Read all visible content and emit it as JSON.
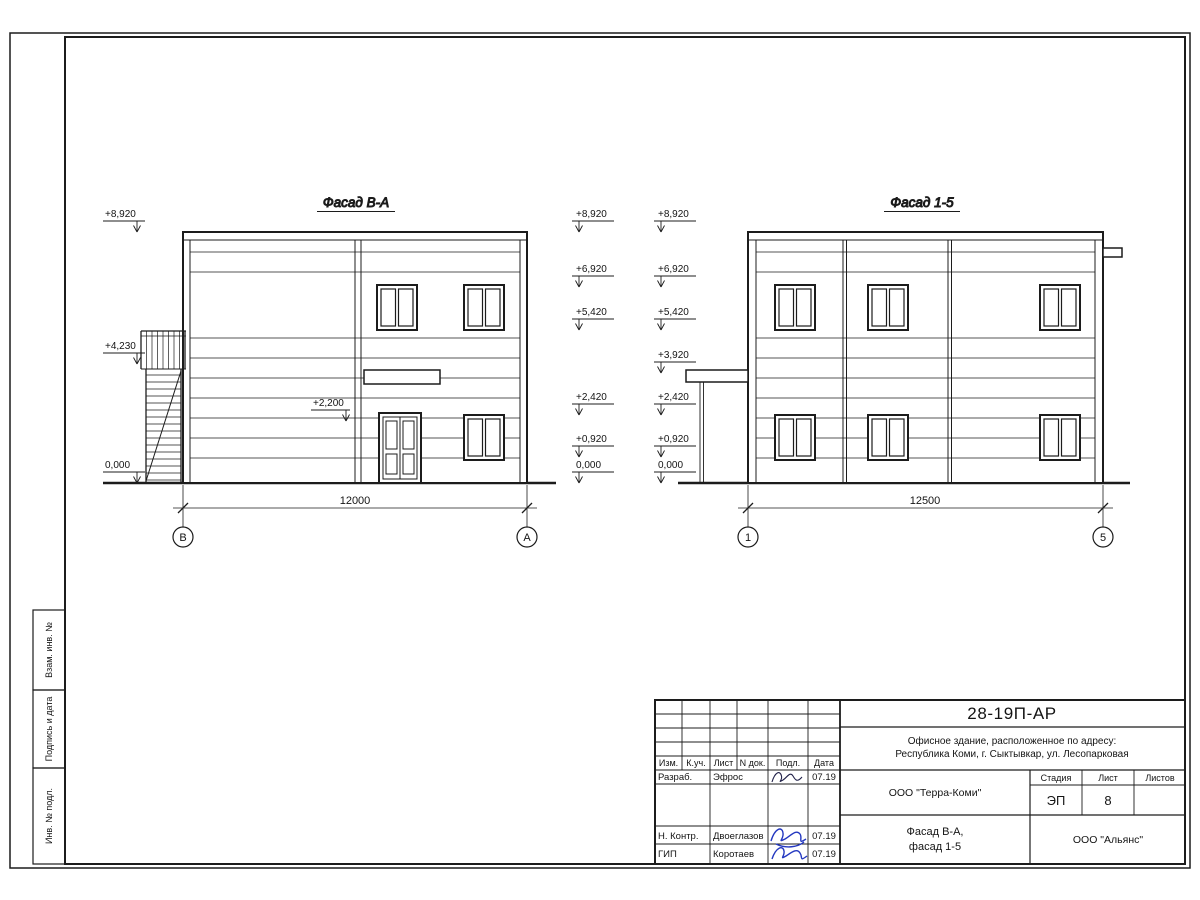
{
  "sheet": {
    "margin_labels": [
      "Взам. инв. №",
      "Подпись и дата",
      "Инв. № подл."
    ]
  },
  "facade_va": {
    "title": "Фасад В-А",
    "marks_left": [
      "+8,920",
      "+4,230",
      "0,000"
    ],
    "marks_mid": [
      "+8,920",
      "+6,920",
      "+5,420",
      "+2,420",
      "+0,920",
      "0,000"
    ],
    "mark_inner": "+2,200",
    "dimension": "12000",
    "axis_left": "В",
    "axis_right": "А"
  },
  "facade_15": {
    "title": "Фасад 1-5",
    "marks_left": [
      "+8,920",
      "+6,920",
      "+5,420",
      "+3,920",
      "+2,420",
      "+0,920",
      "0,000"
    ],
    "dimension": "12500",
    "axis_left": "1",
    "axis_right": "5"
  },
  "titleblock": {
    "doc_number": "28-19П-АР",
    "project_line1": "Офисное здание, расположенное по адресу:",
    "project_line2": "Республика Коми, г. Сыктывкар, ул. Лесопарковая",
    "header_cols": [
      "Изм.",
      "К.уч.",
      "Лист",
      "N док.",
      "Подл.",
      "Дата"
    ],
    "row_razrab": {
      "role": "Разраб.",
      "name": "Эфрос",
      "date": "07.19"
    },
    "row_nkontr": {
      "role": "Н. Контр.",
      "name": "Двоеглазов",
      "date": "07.19"
    },
    "row_gip": {
      "role": "ГИП",
      "name": "Коротаев",
      "date": "07.19"
    },
    "org": "ООО \"Терра-Коми\"",
    "stage_label": "Стадия",
    "sheet_label": "Лист",
    "sheets_label": "Листов",
    "stage_value": "ЭП",
    "sheet_value": "8",
    "sheets_value": "",
    "drawing_title_line1": "Фасад В-А,",
    "drawing_title_line2": "фасад 1-5",
    "contractor": "ООО \"Альянс\""
  },
  "colors": {
    "line": "#1c1c1c",
    "signature_blue": "#2438c0",
    "signature_dark": "#22224a"
  }
}
